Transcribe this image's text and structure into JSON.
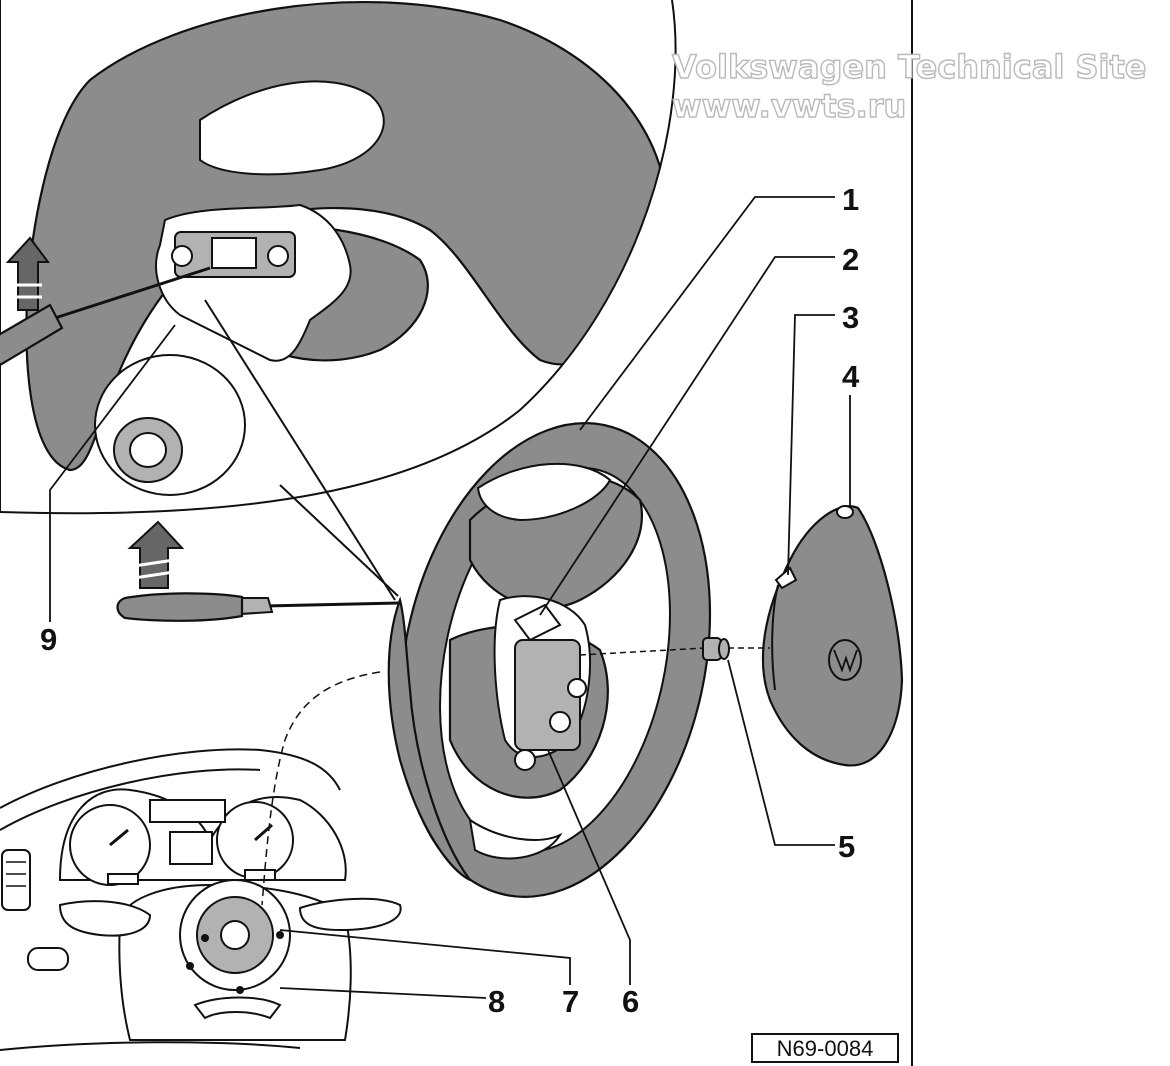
{
  "watermark": {
    "line1": "Volkswagen Technical Site",
    "line2": "www.vwts.ru"
  },
  "reference_code": "N69-0084",
  "callouts": [
    {
      "id": "c1",
      "label": "1"
    },
    {
      "id": "c2",
      "label": "2"
    },
    {
      "id": "c3",
      "label": "3"
    },
    {
      "id": "c4",
      "label": "4"
    },
    {
      "id": "c5",
      "label": "5"
    },
    {
      "id": "c6",
      "label": "6"
    },
    {
      "id": "c7",
      "label": "7"
    },
    {
      "id": "c8",
      "label": "8"
    },
    {
      "id": "c9",
      "label": "9"
    }
  ],
  "colors": {
    "part_fill": "#8c8c8c",
    "light_fill": "#b2b2b2",
    "line": "#111111"
  }
}
